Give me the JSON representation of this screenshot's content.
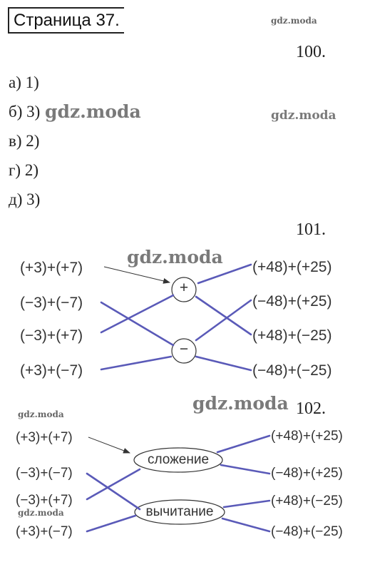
{
  "header": {
    "title": "Страница 37."
  },
  "watermarks": {
    "top_right": "gdz.moda",
    "section_100": "gdz.moda",
    "section_100_right": "gdz.moda",
    "section_101": "gdz.moda",
    "section_102_center": "gdz.moda",
    "section_102_left_top": "gdz.moda",
    "section_102_left_bottom": "gdz.moda"
  },
  "task100": {
    "number": "100.",
    "answers": [
      "а) 1)",
      "б) 3)",
      "в) 2)",
      "г) 2)",
      "д) 3)"
    ]
  },
  "task101": {
    "number": "101.",
    "left": [
      "(+3)+(+7)",
      "(−3)+(−7)",
      "(−3)+(+7)",
      "(+3)+(−7)"
    ],
    "right": [
      "(+48)+(+25)",
      "(−48)+(+25)",
      "(+48)+(−25)",
      "(−48)+(−25)"
    ],
    "plus_symbol": "+",
    "minus_symbol": "−"
  },
  "task102": {
    "number": "102.",
    "left": [
      "(+3)+(+7)",
      "(−3)+(−7)",
      "(−3)+(+7)",
      "(+3)+(−7)"
    ],
    "right": [
      "(+48)+(+25)",
      "(−48)+(+25)",
      "(+48)+(−25)",
      "(−48)+(−25)"
    ],
    "addition": "сложение",
    "subtraction": "вычитание"
  },
  "colors": {
    "line": "#5a5ab8",
    "text": "#222222",
    "watermark": "#7a7a7a"
  }
}
